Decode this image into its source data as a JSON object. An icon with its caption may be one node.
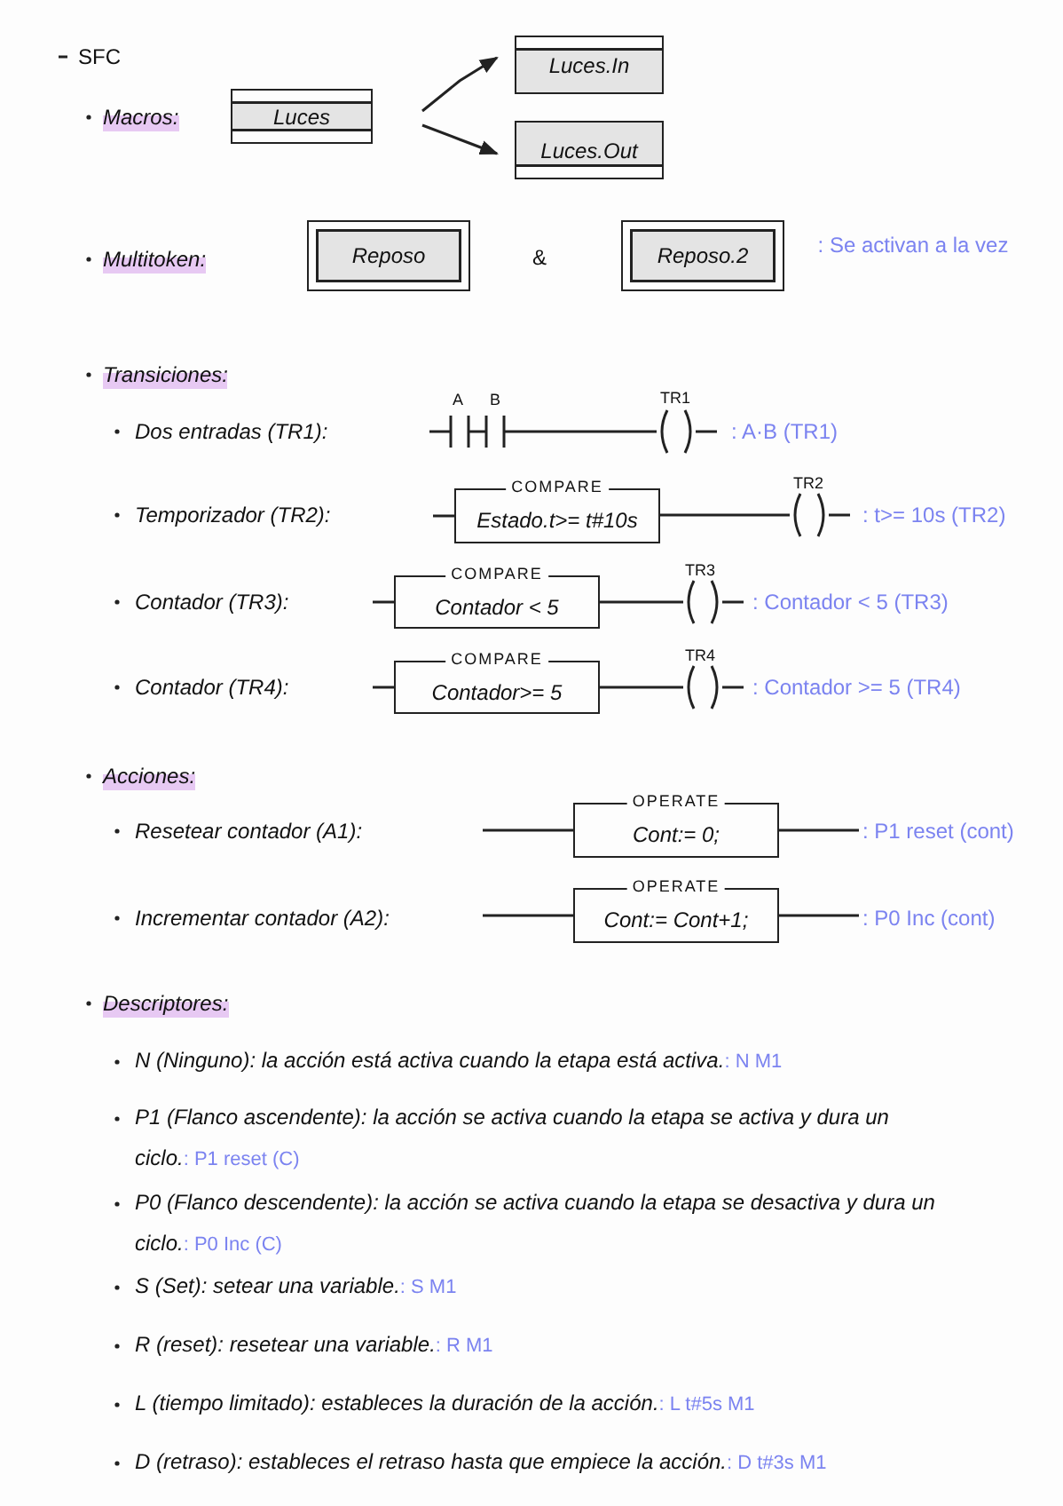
{
  "diagram": {
    "nodes": [
      {
        "text": [
          "Luces"
        ]
      },
      {
        "text": [
          "Luces.In"
        ]
      },
      {
        "text": [
          "Luces.Out"
        ]
      },
      {
        "text": [
          "Reposo"
        ]
      },
      {
        "text": [
          "Reposo.2"
        ]
      },
      {
        "text": [],
        "shape": "contact",
        "beside": [
          "A"
        ]
      },
      {
        "text": [],
        "shape": "contact",
        "beside": [
          "B"
        ]
      },
      {
        "text": [],
        "shape": "coil",
        "beside": [
          "TR1",
          ": A·B (TR1)"
        ]
      },
      {
        "text": [
          "COMPARE",
          "Estado.t>= t#10s"
        ]
      },
      {
        "text": [],
        "shape": "coil",
        "beside": [
          "TR2",
          ": t>= 10s (TR2)"
        ]
      },
      {
        "text": [
          "COMPARE",
          "Contador < 5"
        ]
      },
      {
        "text": [],
        "shape": "coil",
        "beside": [
          "TR3",
          ": Contador < 5 (TR3)"
        ]
      },
      {
        "text": [
          "COMPARE",
          "Contador>= 5"
        ]
      },
      {
        "text": [],
        "shape": "coil",
        "beside": [
          "TR4",
          ": Contador >= 5 (TR4)"
        ]
      },
      {
        "text": [
          "OPERATE",
          "Cont:= 0;"
        ],
        "beside": [
          ": P1 reset (cont)"
        ]
      },
      {
        "text": [
          "OPERATE",
          "Cont:= Cont+1;"
        ],
        "beside": [
          ": P0 Inc (cont)"
        ]
      }
    ],
    "edges": [
      {
        "from": 0,
        "to": 1,
        "arrow": "to"
      },
      {
        "from": 0,
        "to": 2,
        "arrow": "to"
      },
      {
        "from": 5,
        "to": 6,
        "arrow": "none"
      },
      {
        "from": 6,
        "to": 7,
        "arrow": "none"
      },
      {
        "from": 8,
        "to": 9,
        "arrow": "none"
      },
      {
        "from": 10,
        "to": 11,
        "arrow": "none"
      },
      {
        "from": 12,
        "to": 13,
        "arrow": "none"
      },
      {
        "from": null,
        "to": 5,
        "arrow": "none"
      },
      {
        "from": 7,
        "to": null,
        "arrow": "none"
      },
      {
        "from": null,
        "to": 8,
        "arrow": "none"
      },
      {
        "from": 9,
        "to": null,
        "arrow": "none"
      },
      {
        "from": null,
        "to": 10,
        "arrow": "none"
      },
      {
        "from": 11,
        "to": null,
        "arrow": "none"
      },
      {
        "from": null,
        "to": 12,
        "arrow": "none"
      },
      {
        "from": 13,
        "to": null,
        "arrow": "none"
      },
      {
        "from": null,
        "to": 14,
        "arrow": "none"
      },
      {
        "from": 14,
        "to": null,
        "arrow": "none"
      },
      {
        "from": null,
        "to": 15,
        "arrow": "none"
      },
      {
        "from": 15,
        "to": null,
        "arrow": "none"
      }
    ],
    "labels": [
      "SFC",
      "Macros:",
      "Multitoken:",
      "&",
      ": Se activan a la vez",
      "Transiciones:",
      "Dos entradas (TR1):",
      "Temporizador (TR2):",
      "Contador (TR3):",
      "Contador (TR4):",
      "Acciones:",
      "Resetear contador (A1):",
      "Incrementar contador (A2):",
      "Descriptores:",
      "N (Ninguno): la acción está activa cuando la etapa está activa.",
      ": N M1",
      "P1 (Flanco ascendente): la acción se activa cuando la etapa se activa y dura un ciclo.",
      ": P1 reset (C)",
      "P0 (Flanco descendente): la acción se activa cuando la etapa se desactiva y dura un ciclo.",
      ": P0 Inc (C)",
      "S (Set): setear una variable.",
      ": S M1",
      "R (reset): resetear una variable.",
      ": R M1",
      "L (tiempo limitado): estableces la duración de la acción.",
      ": L t#5s M1",
      "D (retraso): estableces el retraso hasta que empiece la acción.",
      ": D t#3s M1"
    ]
  }
}
